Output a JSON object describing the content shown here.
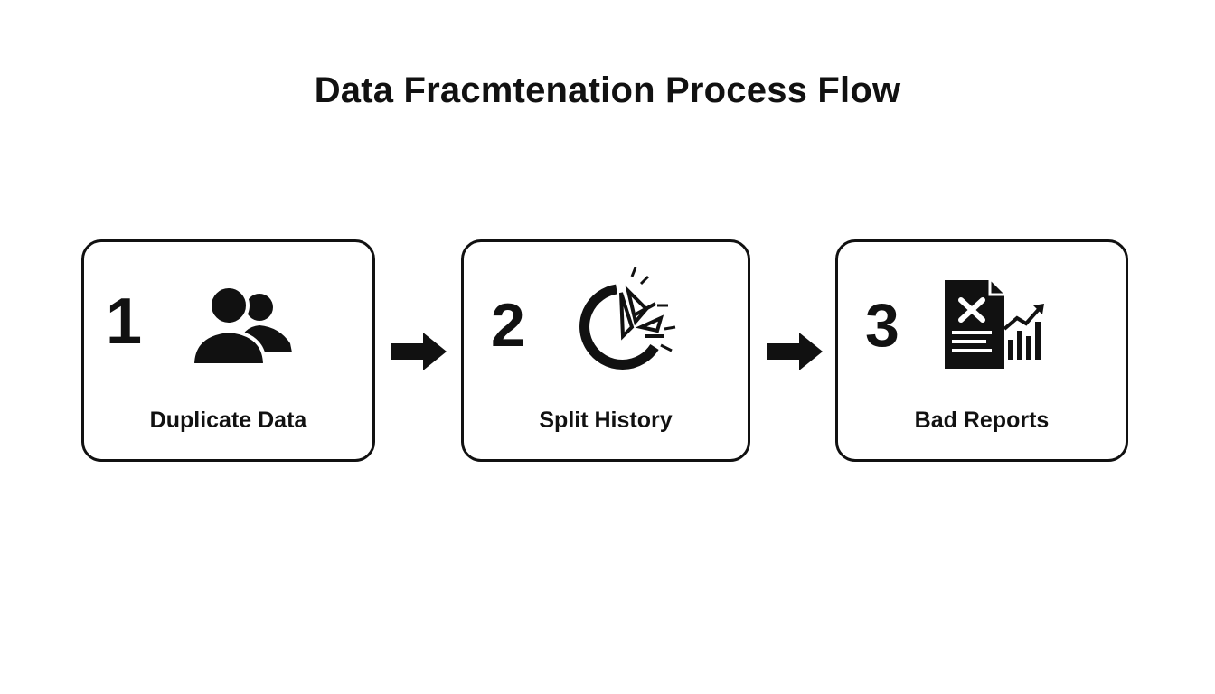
{
  "diagram": {
    "title": "Data Fracmtenation Process Flow",
    "steps": [
      {
        "number": "1",
        "label": "Duplicate Data",
        "icon": "users-icon"
      },
      {
        "number": "2",
        "label": "Split History",
        "icon": "broken-pie-chart-icon"
      },
      {
        "number": "3",
        "label": "Bad Reports",
        "icon": "error-report-chart-icon"
      }
    ],
    "connectors": [
      {
        "from": "1",
        "to": "2",
        "icon": "arrow-right-icon"
      },
      {
        "from": "2",
        "to": "3",
        "icon": "arrow-right-icon"
      }
    ],
    "colors": {
      "stroke": "#111111",
      "background": "#ffffff"
    }
  }
}
